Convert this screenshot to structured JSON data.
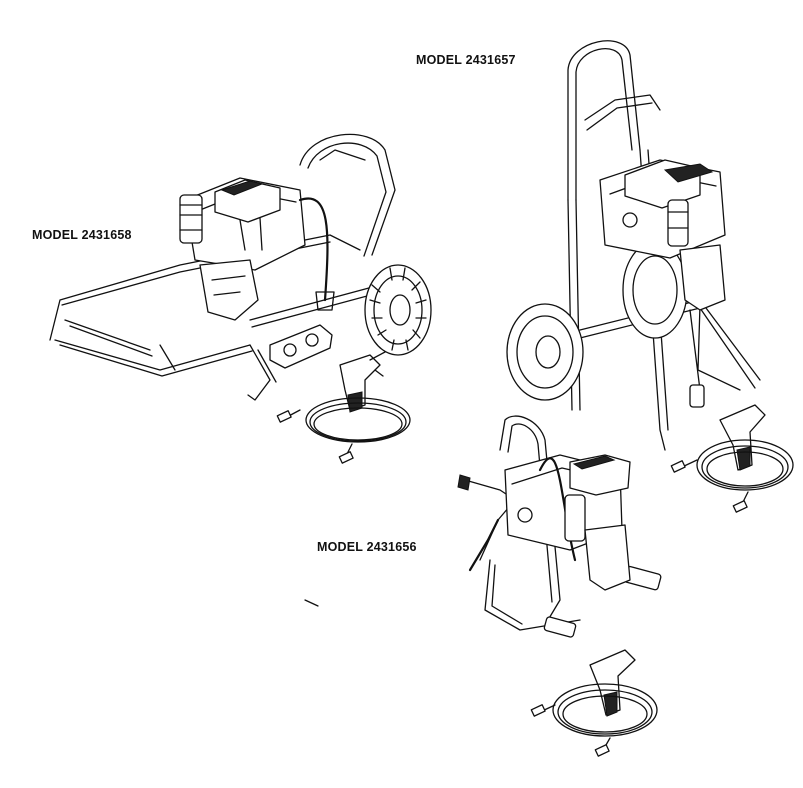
{
  "labels": {
    "model_top_right": "MODEL 2431657",
    "model_left": "MODEL 2431658",
    "model_bottom": "MODEL 2431656"
  },
  "colors": {
    "line": "#111111",
    "background": "#ffffff"
  }
}
